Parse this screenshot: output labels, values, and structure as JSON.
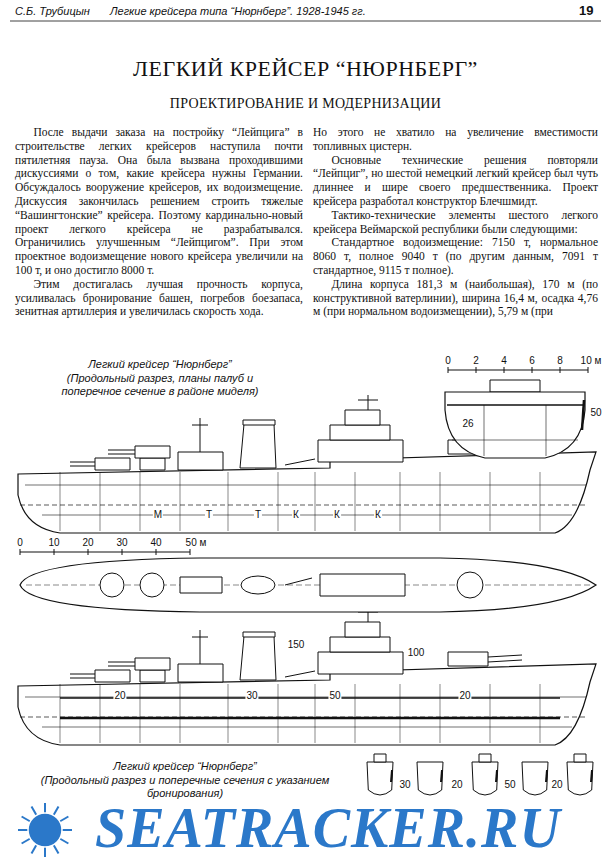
{
  "diagram": {
    "title": "ЛЕГКИЙ КРЕЙСЕР “НЮРНБЕРГ”",
    "labels": [
      "С.Б. Трубицын",
      "Легкие крейсера типа “Нюрнберг”. 1928-1945 гг.",
      "19",
      "ПРОЕКТИРОВАНИЕ И МОДЕРНИЗАЦИИ",
      "После выдачи заказа на постройку “Лейпцига” в строительстве легких крейсеров наступила почти пятилетняя пауза. Она была вызвана проходившими дискуссиями о том, какие крейсера нужны Германии. Обсуждалось вооружение крейсеров, их водоизмещение. Дискуссия закончилась решением строить тяжелые “Вашингтонские” крейсера. Поэтому кардинально-новый проект легкого крейсера не разрабатывался. Ограничились улучшенным “Лейпцигом”. При этом проектное водоизмещение нового крейсера увеличили на 100 т, и оно достигло 8000 т.",
      "Этим достигалась лучшая прочность корпуса, усиливалась бронирование башен, погребов боезапаса, зенитная артиллерия и увеличилась скорость хода.",
      "Но этого не хватило на увеличение вместимости топливных цистерн.",
      "Основные технические решения повторяли “Лейпциг”, но шестой немецкий легкий крейсер был чуть длиннее и шире своего предшественника. Проект крейсера разработал конструктор Блечшмидт.",
      "Тактико-технические элементы шестого легкого крейсера Веймарской республики были следующими:",
      "Стандартное водоизмещение: 7150 т, нормальное 8060 т, полное 9040 т (по другим данным, 7091 т стандартное, 9115 т полное).",
      "Длина корпуса 181,3 м (наибольшая), 170 м (по конструктивной ватерлинии), ширина 16,4 м, осадка 4,76 м (при нормальном водоизмещении), 5,79 м (при",
      "Легкий крейсер “Нюрнберг”",
      "(Продольный разрез, планы палуб и поперечное сечение в районе миделя)",
      "0",
      "2",
      "4",
      "6",
      "8",
      "10 м",
      "26",
      "50",
      "М",
      "Т",
      "Т",
      "К",
      "К",
      "К",
      "0",
      "10",
      "20",
      "30",
      "40",
      "50 м",
      "150",
      "20",
      "30",
      "50",
      "20",
      "100",
      "30",
      "20",
      "50",
      "20",
      "Легкий крейсер “Нюрнберг”",
      "(Продольный разрез и поперечные сечения с указанием бронирования)",
      "SEATRACKER.RU"
    ]
  }
}
